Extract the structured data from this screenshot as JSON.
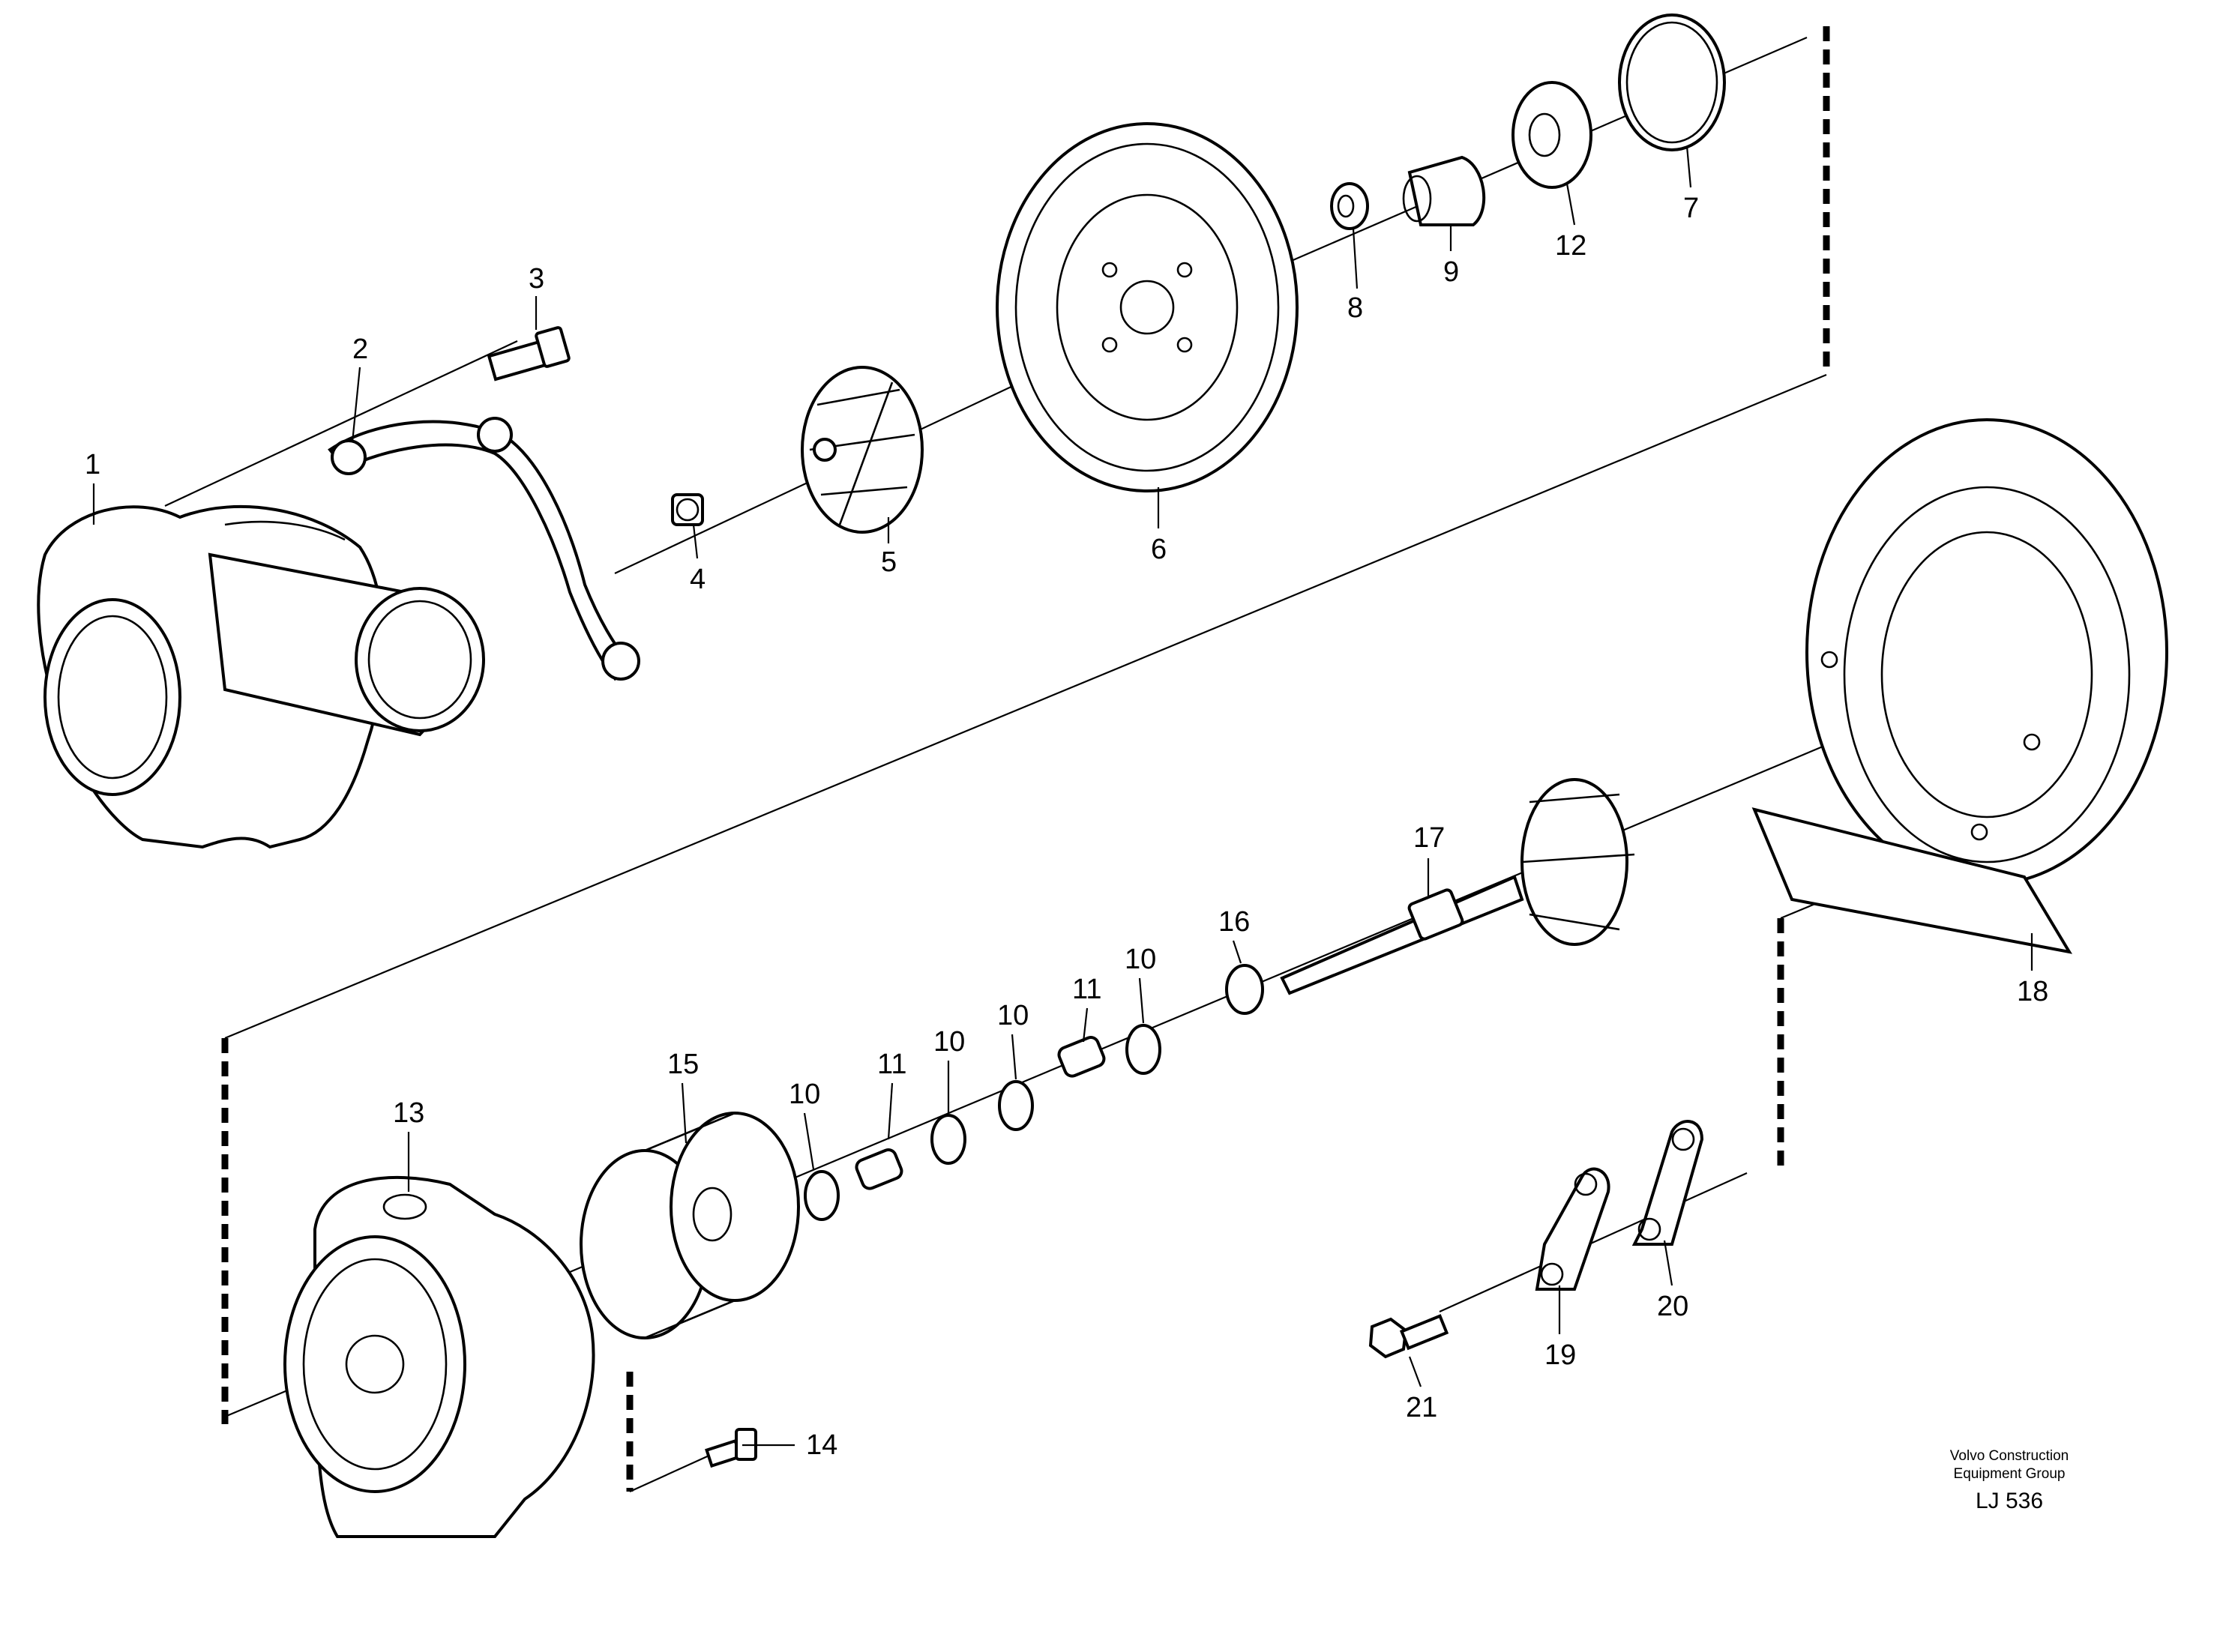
{
  "callouts": {
    "c1": "1",
    "c2": "2",
    "c3": "3",
    "c4": "4",
    "c5": "5",
    "c6": "6",
    "c7": "7",
    "c8": "8",
    "c9": "9",
    "c10a": "10",
    "c10b": "10",
    "c10c": "10",
    "c10d": "10",
    "c11a": "11",
    "c11b": "11",
    "c12": "12",
    "c13": "13",
    "c14": "14",
    "c15": "15",
    "c16": "16",
    "c17": "17",
    "c18": "18",
    "c19": "19",
    "c20": "20",
    "c21": "21"
  },
  "footer": {
    "company_line1": "Volvo Construction",
    "company_line2": "Equipment Group",
    "drawing_code": "LJ 536"
  }
}
